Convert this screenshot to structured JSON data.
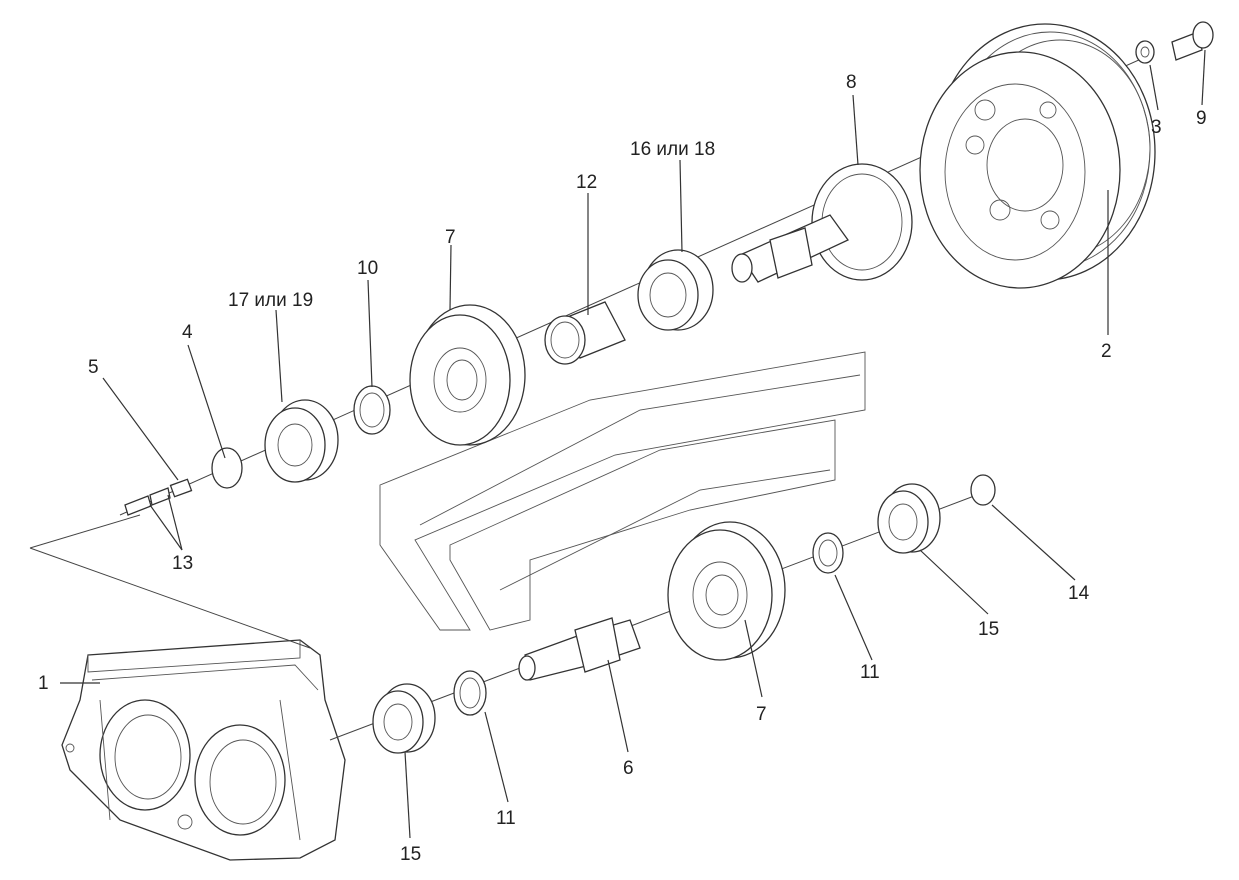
{
  "diagram": {
    "callouts": [
      {
        "id": "c1",
        "text": "1"
      },
      {
        "id": "c2",
        "text": "2"
      },
      {
        "id": "c3",
        "text": "3"
      },
      {
        "id": "c4",
        "text": "4"
      },
      {
        "id": "c5",
        "text": "5"
      },
      {
        "id": "c6",
        "text": "6"
      },
      {
        "id": "c7a",
        "text": "7"
      },
      {
        "id": "c7b",
        "text": "7"
      },
      {
        "id": "c8",
        "text": "8"
      },
      {
        "id": "c9",
        "text": "9"
      },
      {
        "id": "c10",
        "text": "10"
      },
      {
        "id": "c11a",
        "text": "11"
      },
      {
        "id": "c11b",
        "text": "11"
      },
      {
        "id": "c12",
        "text": "12"
      },
      {
        "id": "c13",
        "text": "13"
      },
      {
        "id": "c14",
        "text": "14"
      },
      {
        "id": "c15a",
        "text": "15"
      },
      {
        "id": "c15b",
        "text": "15"
      },
      {
        "id": "c16",
        "text": "16 или 18"
      },
      {
        "id": "c17",
        "text": "17 или 19"
      }
    ]
  }
}
